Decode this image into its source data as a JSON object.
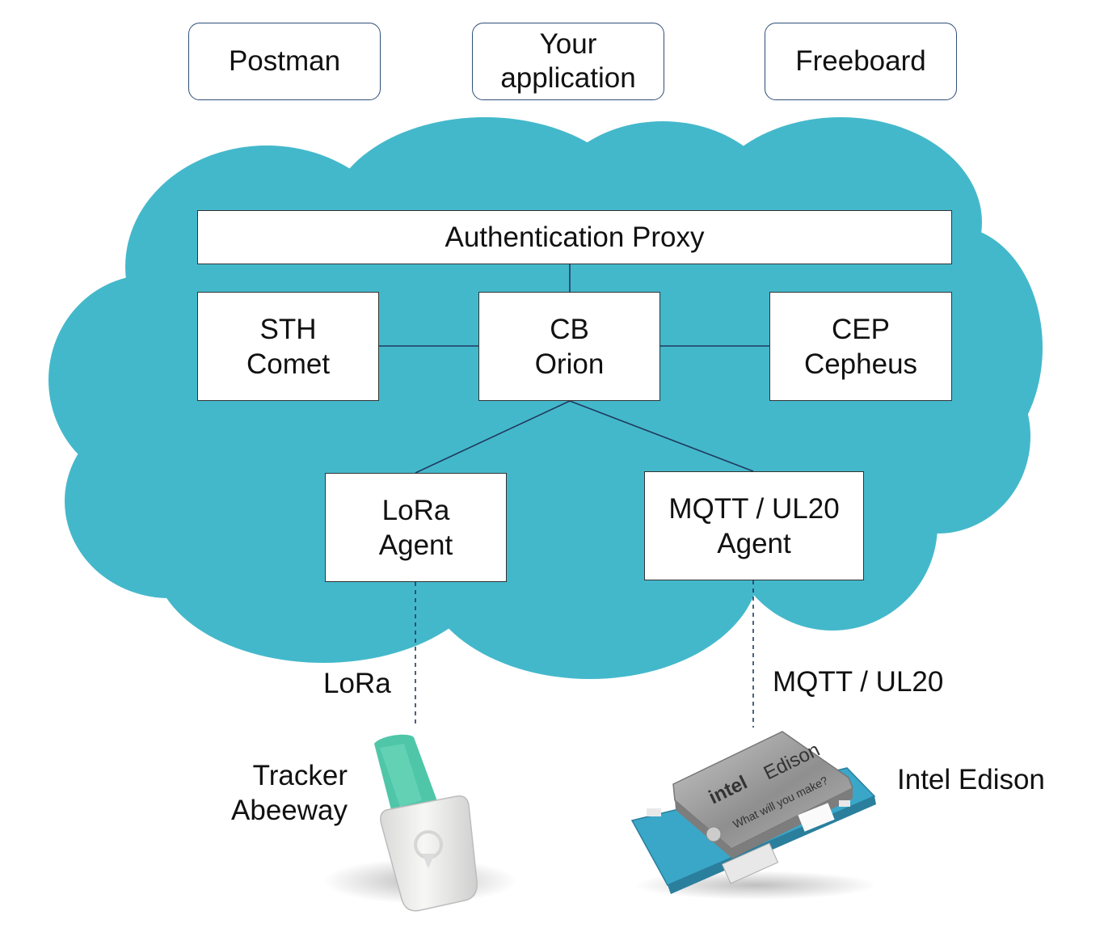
{
  "apps": {
    "postman": "Postman",
    "your_app_line1": "Your",
    "your_app_line2": "application",
    "freeboard": "Freeboard"
  },
  "cloud": {
    "auth_proxy": "Authentication Proxy",
    "sth_line1": "STH",
    "sth_line2": "Comet",
    "cb_line1": "CB",
    "cb_line2": "Orion",
    "cep_line1": "CEP",
    "cep_line2": "Cepheus",
    "lora_agent_line1": "LoRa",
    "lora_agent_line2": "Agent",
    "mqtt_agent_line1": "MQTT / UL20",
    "mqtt_agent_line2": "Agent"
  },
  "links": {
    "lora_protocol": "LoRa",
    "mqtt_protocol": "MQTT / UL20"
  },
  "devices": {
    "tracker_line1": "Tracker",
    "tracker_line2": "Abeeway",
    "edison": "Intel Edison",
    "edison_chip_brand": "intel",
    "edison_chip_name": "Edison",
    "edison_chip_slogan": "What will you make?"
  },
  "colors": {
    "cloud": "#44b8cb",
    "app_border": "#2f4f77",
    "tracker_strap": "#4fc6a8",
    "board": "#3aa7c9",
    "shield": "#9c9c9c"
  }
}
